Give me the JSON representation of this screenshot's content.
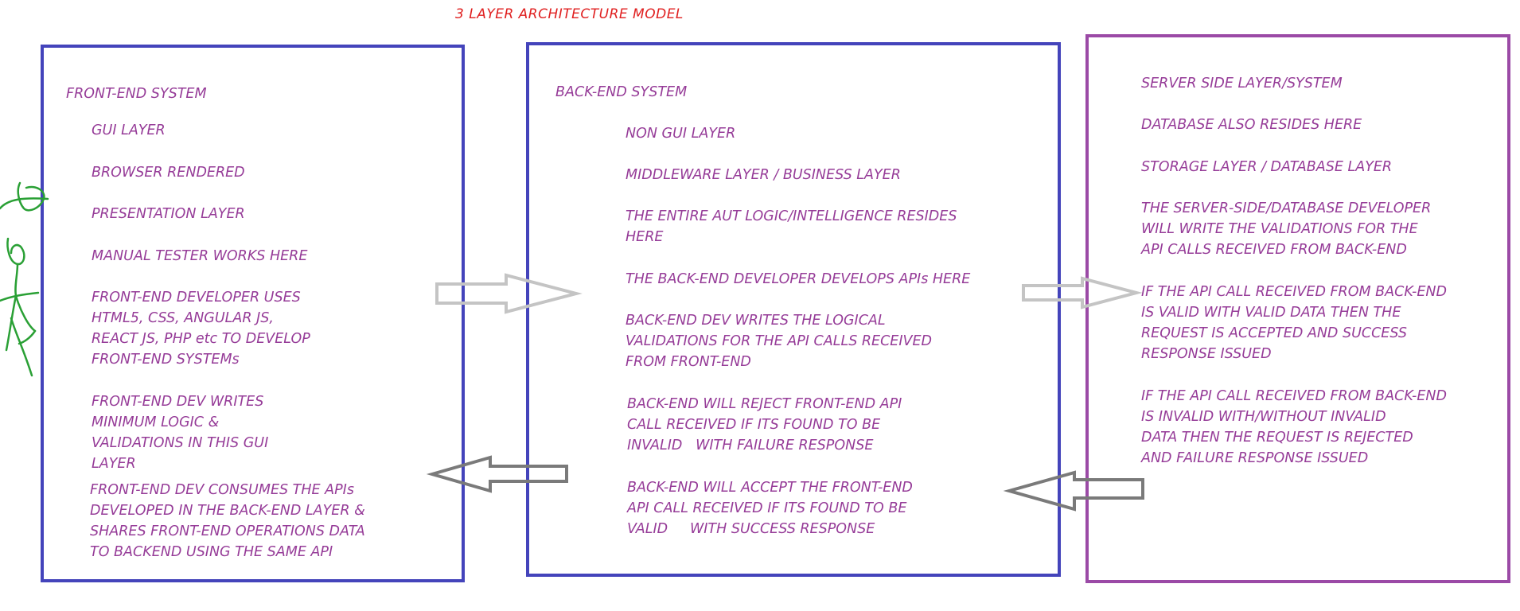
{
  "title": "3 LAYER ARCHITECTURE MODEL",
  "colors": {
    "title": "#e02020",
    "text": "#963c98",
    "box_blue": "#4444bb",
    "box_purple": "#9b4aa6",
    "arrow_light": "#c4c4c4",
    "arrow_dark": "#7a7a7a",
    "stick_figure": "#2aa035"
  },
  "front_end": {
    "heading": "FRONT-END SYSTEM",
    "items": [
      "GUI LAYER",
      "BROWSER RENDERED",
      "PRESENTATION LAYER",
      "MANUAL TESTER WORKS HERE",
      "FRONT-END DEVELOPER USES\nHTML5, CSS, ANGULAR JS,\nREACT JS, PHP etc TO DEVELOP\nFRONT-END SYSTEMs",
      "FRONT-END DEV WRITES\nMINIMUM LOGIC &\nVALIDATIONS IN THIS GUI\nLAYER",
      "FRONT-END DEV CONSUMES THE APIs\nDEVELOPED IN THE BACK-END LAYER &\nSHARES FRONT-END OPERATIONS DATA\nTO BACKEND USING THE SAME API"
    ]
  },
  "back_end": {
    "heading": "BACK-END SYSTEM",
    "items": [
      "NON GUI LAYER",
      "MIDDLEWARE LAYER / BUSINESS LAYER",
      "THE ENTIRE AUT LOGIC/INTELLIGENCE RESIDES\nHERE",
      "THE BACK-END DEVELOPER DEVELOPS APIs HERE",
      "BACK-END DEV WRITES THE LOGICAL\nVALIDATIONS FOR THE API CALLS RECEIVED\nFROM FRONT-END",
      "BACK-END WILL REJECT FRONT-END API\nCALL RECEIVED IF ITS FOUND TO BE\nINVALID   WITH FAILURE RESPONSE",
      "BACK-END WILL ACCEPT THE FRONT-END\nAPI CALL RECEIVED IF ITS FOUND TO BE\nVALID     WITH SUCCESS RESPONSE"
    ]
  },
  "server_side": {
    "items": [
      "SERVER SIDE LAYER/SYSTEM",
      "DATABASE ALSO RESIDES HERE",
      "STORAGE LAYER / DATABASE LAYER",
      "THE SERVER-SIDE/DATABASE DEVELOPER\nWILL WRITE THE VALIDATIONS FOR THE\nAPI CALLS RECEIVED FROM BACK-END",
      "IF THE API CALL RECEIVED FROM BACK-END\nIS VALID WITH VALID DATA THEN THE\nREQUEST IS ACCEPTED AND SUCCESS\nRESPONSE ISSUED",
      "IF THE API CALL RECEIVED FROM BACK-END\nIS INVALID WITH/WITHOUT INVALID\nDATA THEN THE REQUEST IS REJECTED\nAND FAILURE RESPONSE ISSUED"
    ]
  }
}
